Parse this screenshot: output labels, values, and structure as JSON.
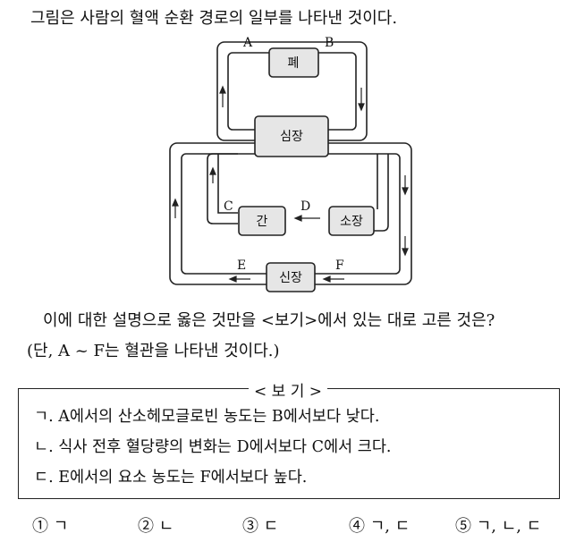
{
  "question": {
    "stem": "그림은 사람의 혈액 순환 경로의 일부를 나타낸 것이다.",
    "prompt": "이에 대한 설명으로 옳은 것만을 <보기>에서 있는 대로 고른 것은?",
    "note": "(단, A ~ F는 혈관을 나타낸 것이다.)"
  },
  "diagram": {
    "organs": {
      "lung": "폐",
      "heart": "심장",
      "liver": "간",
      "small_intestine": "소장",
      "kidney": "신장"
    },
    "vessels": {
      "A": "A",
      "B": "B",
      "C": "C",
      "D": "D",
      "E": "E",
      "F": "F"
    }
  },
  "bogi": {
    "title": "< 보 기 >",
    "statements": [
      "ㄱ. A에서의 산소헤모글로빈 농도는 B에서보다 낮다.",
      "ㄴ. 식사 전후 혈당량의 변화는 D에서보다 C에서 크다.",
      "ㄷ. E에서의 요소 농도는 F에서보다 높다."
    ]
  },
  "choices": [
    {
      "num": "①",
      "text": "ㄱ"
    },
    {
      "num": "②",
      "text": "ㄴ"
    },
    {
      "num": "③",
      "text": "ㄷ"
    },
    {
      "num": "④",
      "text": "ㄱ, ㄷ"
    },
    {
      "num": "⑤",
      "text": "ㄱ, ㄴ, ㄷ"
    }
  ]
}
